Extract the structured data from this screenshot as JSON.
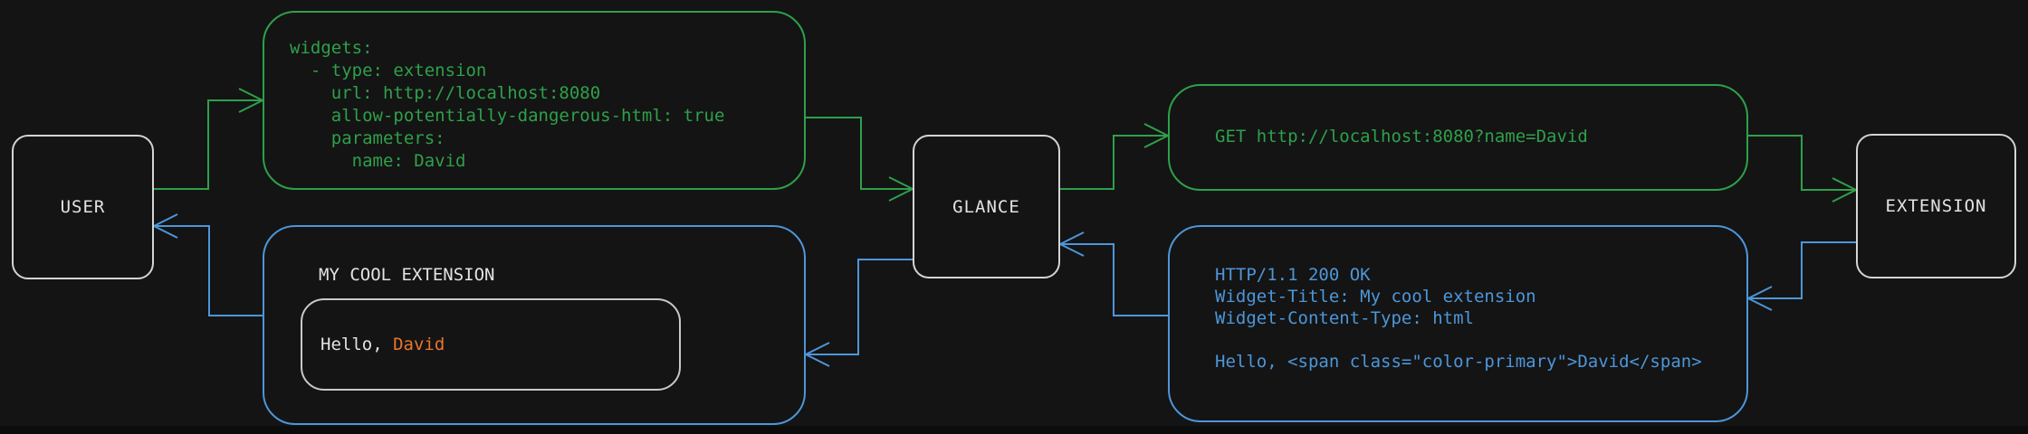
{
  "colors": {
    "background": "#141414",
    "green": "#2ea04a",
    "blue": "#4d96d9",
    "orange": "#e8762d",
    "text_light": "#e3e3e3",
    "node_border": "#d4d4d4",
    "frame_border": "#c9c9c9"
  },
  "nodes": {
    "user": {
      "label": "USER"
    },
    "glance": {
      "label": "GLANCE"
    },
    "extension": {
      "label": "EXTENSION"
    }
  },
  "config_box": {
    "lines": [
      "widgets:",
      "  - type: extension",
      "    url: http://localhost:8080",
      "    allow-potentially-dangerous-html: true",
      "    parameters:",
      "      name: David"
    ]
  },
  "request_box": {
    "text": "GET http://localhost:8080?name=David"
  },
  "response_box": {
    "lines": [
      "HTTP/1.1 200 OK",
      "Widget-Title: My cool extension",
      "Widget-Content-Type: html",
      "",
      "Hello, <span class=\"color-primary\">David</span>"
    ]
  },
  "widget_box": {
    "title": "MY COOL EXTENSION",
    "greeting_prefix": "Hello, ",
    "greeting_name": "David"
  }
}
